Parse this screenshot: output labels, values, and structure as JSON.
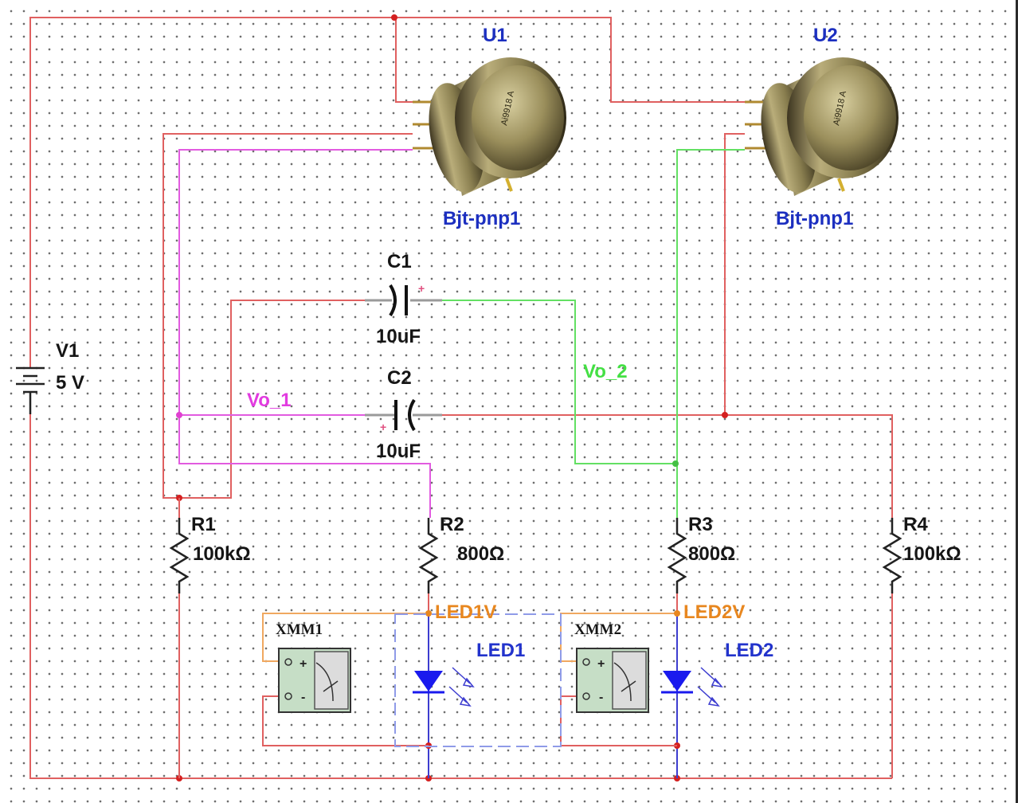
{
  "components": {
    "u1": {
      "ref": "U1",
      "value": "Bjt-pnp1"
    },
    "u2": {
      "ref": "U2",
      "value": "Bjt-pnp1"
    },
    "c1": {
      "ref": "C1",
      "value": "10uF"
    },
    "c2": {
      "ref": "C2",
      "value": "10uF"
    },
    "v1": {
      "ref": "V1",
      "value": "5 V"
    },
    "r1": {
      "ref": "R1",
      "value": "100kΩ"
    },
    "r2": {
      "ref": "R2",
      "value": "800Ω"
    },
    "r3": {
      "ref": "R3",
      "value": "800Ω"
    },
    "r4": {
      "ref": "R4",
      "value": "100kΩ"
    },
    "led1": {
      "ref": "LED1"
    },
    "led2": {
      "ref": "LED2"
    },
    "xmm1": {
      "ref": "XMM1"
    },
    "xmm2": {
      "ref": "XMM2"
    }
  },
  "nets": {
    "vo1": "Vo_1",
    "vo2": "Vo_2",
    "led1v": "LED1V",
    "led2v": "LED2V"
  },
  "polarity": {
    "plus": "+",
    "minus": "-"
  },
  "colors": {
    "wire_red": "#e06060",
    "wire_magenta": "#e25be0",
    "wire_green": "#63e063",
    "wire_orange": "#f0a860",
    "wire_blue": "#3d3dd0",
    "label_blue": "#1c2fc0",
    "label_orange": "#e8871f"
  }
}
